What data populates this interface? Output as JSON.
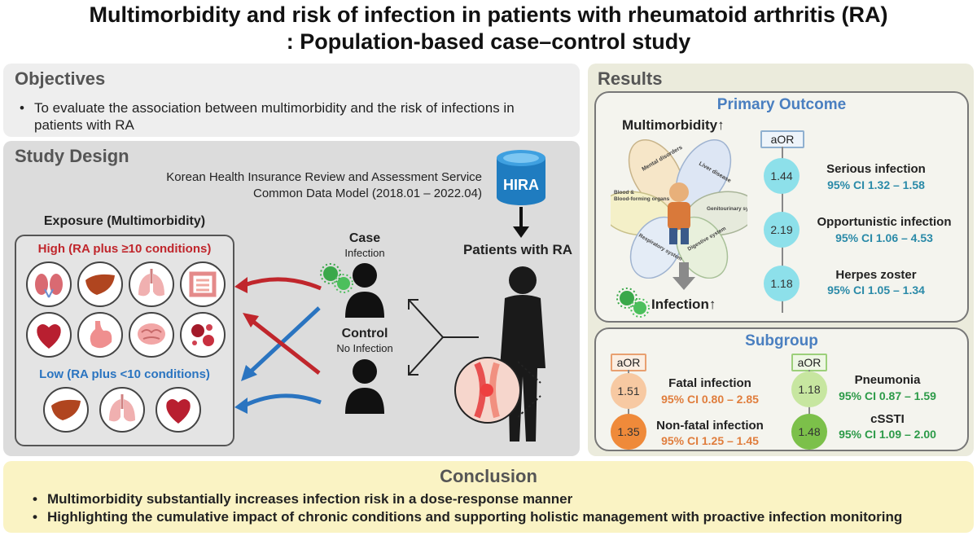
{
  "title": {
    "line1": "Multimorbidity and risk of infection in patients with rheumatoid arthritis (RA)",
    "line2": ": Population-based case–control study"
  },
  "objectives": {
    "heading": "Objectives",
    "bullet": "To evaluate the association between multimorbidity and the risk of infections in patients with RA"
  },
  "study_design": {
    "heading": "Study Design",
    "source_line1": "Korean Health Insurance Review and Assessment Service",
    "source_line2": "Common Data Model (2018.01 – 2022.04)",
    "database_label": "HIRA",
    "patients_label": "Patients with RA",
    "exposure_title": "Exposure (Multimorbidity)",
    "high_label": "High (RA plus ≥10 conditions)",
    "low_label": "Low (RA plus <10 conditions)",
    "case_label": "Case",
    "case_sub": "Infection",
    "control_label": "Control",
    "control_sub": "No Infection",
    "high_icons": [
      "kidney-icon",
      "liver-icon",
      "lungs-icon",
      "intestine-icon",
      "heart-icon",
      "stomach-icon",
      "brain-icon",
      "blood-cells-icon"
    ],
    "low_icons": [
      "liver-icon",
      "lungs-icon",
      "heart-icon"
    ]
  },
  "results": {
    "heading": "Results",
    "primary": {
      "heading": "Primary Outcome",
      "multimorbidity_label": "Multimorbidity",
      "infection_label": "Infection",
      "up_arrow": "↑",
      "aor_label": "aOR",
      "organ_labels": [
        "Mental disorders",
        "Liver disease",
        "Blood & Blood-forming organs",
        "Genitourinary system",
        "Respiratory system",
        "Digestive system"
      ],
      "rows": [
        {
          "aor": "1.44",
          "name": "Serious infection",
          "ci": "95% CI 1.32 – 1.58"
        },
        {
          "aor": "2.19",
          "name": "Opportunistic infection",
          "ci": "95% CI 1.06 – 4.53"
        },
        {
          "aor": "1.18",
          "name": "Herpes zoster",
          "ci": "95% CI 1.05 – 1.34"
        }
      ]
    },
    "subgroup": {
      "heading": "Subgroup",
      "aor_label": "aOR",
      "left": [
        {
          "aor": "1.51",
          "name": "Fatal infection",
          "ci": "95% CI 0.80 – 2.85"
        },
        {
          "aor": "1.35",
          "name": "Non-fatal infection",
          "ci": "95% CI 1.25 – 1.45"
        }
      ],
      "right": [
        {
          "aor": "1.18",
          "name": "Pneumonia",
          "ci": "95% CI 0.87 – 1.59"
        },
        {
          "aor": "1.48",
          "name": "cSSTI",
          "ci": "95% CI 1.09 – 2.00"
        }
      ]
    }
  },
  "conclusion": {
    "heading": "Conclusion",
    "bullets": [
      "Multimorbidity substantially increases infection risk in a dose-response manner",
      "Highlighting the cumulative impact of chronic conditions and supporting holistic management with proactive infection monitoring"
    ]
  },
  "colors": {
    "high_red": "#c0262c",
    "low_blue": "#2a74c0",
    "teal_circle": "#8de0ea",
    "orange_light": "#f7c9a2",
    "orange_dark": "#ef8a3a",
    "green_light": "#c7e6a0",
    "green_dark": "#7cc04a"
  }
}
